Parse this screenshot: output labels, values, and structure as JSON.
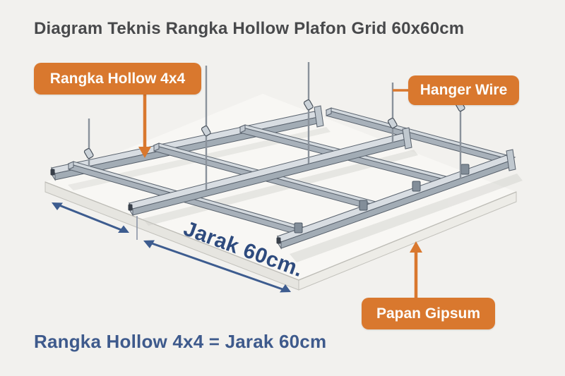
{
  "title": "Diagram Teknis Rangka Hollow Plafon Grid 60x60cm",
  "diagram": {
    "annotations": [
      {
        "id": "rangka-hollow",
        "label": "Rangka Hollow 4x4"
      },
      {
        "id": "hanger-wire",
        "label": "Hanger Wire"
      },
      {
        "id": "papan-gipsum",
        "label": "Papan Gipsum"
      }
    ],
    "dimension_label": "Jarak 60cm.",
    "grid_size": "60x60cm",
    "runner_count": 3,
    "cross_beam_count": 4,
    "hanger_wire_count": 5
  },
  "caption": "Rangka Hollow 4x4 = Jarak 60cm",
  "colors": {
    "background": "#F2F1EE",
    "accent_orange": "#D9782E",
    "dimension_blue": "#3D5C8F",
    "caption_blue": "#3E5A8C",
    "title_gray": "#48494B",
    "beam_top": "#D6DBE0",
    "beam_side": "#9FA9B2",
    "board_white": "#F8F7F4"
  }
}
